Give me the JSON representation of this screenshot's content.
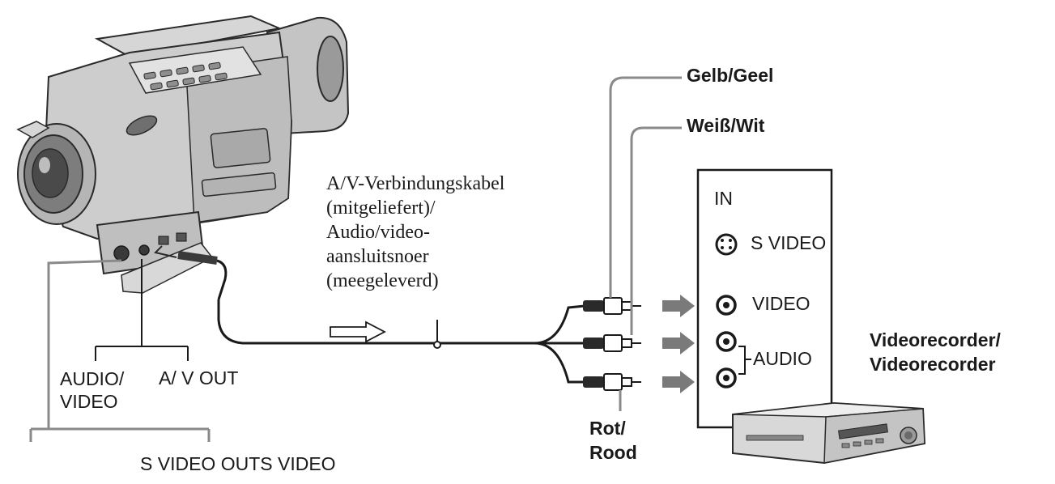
{
  "labels": {
    "gelb": "Gelb/Geel",
    "weiss": "Weiß/Wit",
    "cable": "A/V-Verbindungskabel\n(mitgeliefert)/\nAudio/video-\naansluitsnoer\n(meegeleverd)",
    "audio_video": "AUDIO/\nVIDEO",
    "av_out": "A/ V OUT",
    "s_video_out": "S VIDEO OUTS VIDEO",
    "rot": "Rot/\nRood",
    "vcr": "Videorecorder/\nVideorecorder"
  },
  "vcr_panel": {
    "in": "IN",
    "s_video": "S VIDEO",
    "video": "VIDEO",
    "audio": "AUDIO"
  },
  "colors": {
    "line": "#1a1a1a",
    "grey_line": "#8a8a8a",
    "arrow": "#7a7a7a"
  }
}
